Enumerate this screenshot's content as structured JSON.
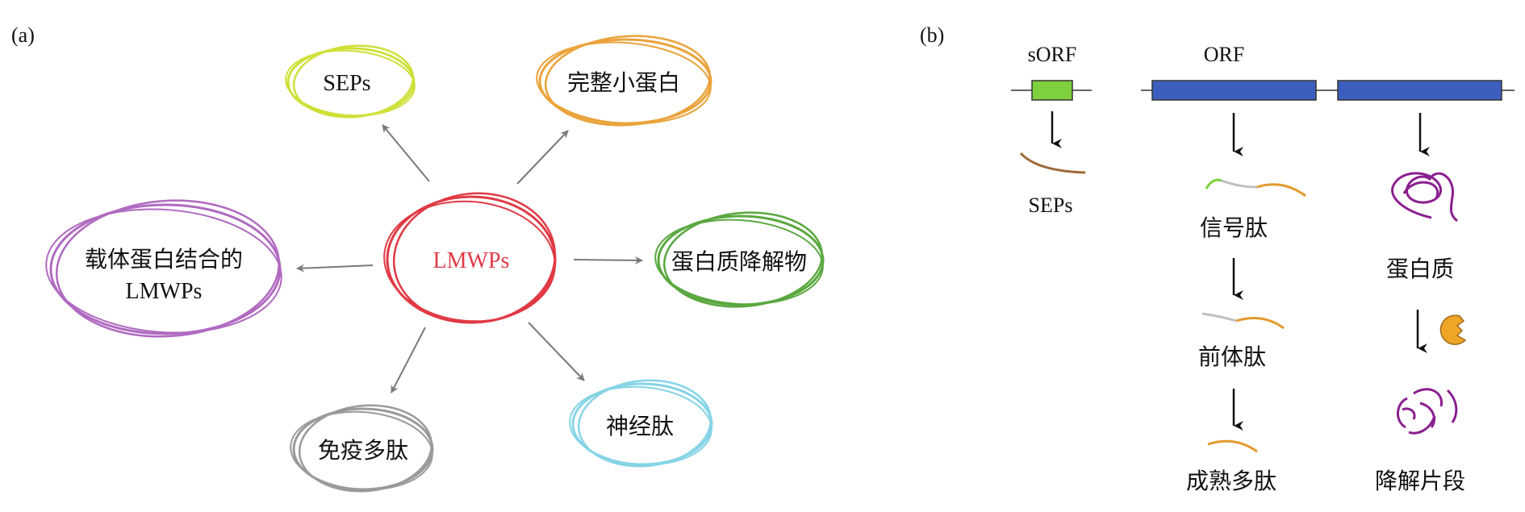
{
  "panel_labels": {
    "a": "(a)",
    "b": "(b)"
  },
  "panel_a": {
    "center": {
      "label": "LMWPs",
      "color": "#e03a45"
    },
    "nodes": [
      {
        "id": "seps",
        "label": "SEPs",
        "color": "#cfe03a"
      },
      {
        "id": "intact",
        "label": "完整小蛋白",
        "color": "#eaa33a"
      },
      {
        "id": "degradation",
        "label": "蛋白质降解物",
        "color": "#5aa83f"
      },
      {
        "id": "neuro",
        "label": "神经肽",
        "color": "#86d4e6"
      },
      {
        "id": "immune",
        "label": "免疫多肽",
        "color": "#9a9a9a"
      },
      {
        "id": "carrier",
        "label_line1": "载体蛋白结合的",
        "label_line2": "LMWPs",
        "color": "#b06ac0"
      }
    ],
    "arrow_color": "#7a7a7a"
  },
  "panel_b": {
    "sorf": {
      "label": "sORF",
      "product": "SEPs",
      "box_color": "#7ed03c"
    },
    "orf": {
      "label": "ORF",
      "box_color": "#3c5fbf"
    },
    "peptide_path": [
      "信号肽",
      "前体肽",
      "成熟多肽"
    ],
    "protein_path": [
      "蛋白质",
      "降解片段"
    ],
    "colors": {
      "signal_green": "#7ed03c",
      "pro_gray": "#c0c0c0",
      "peptide_orange": "#e39a2e",
      "sep_brown": "#a06a3a",
      "protein_purple": "#8a1f8f",
      "enzyme_orange": "#efa526"
    }
  }
}
